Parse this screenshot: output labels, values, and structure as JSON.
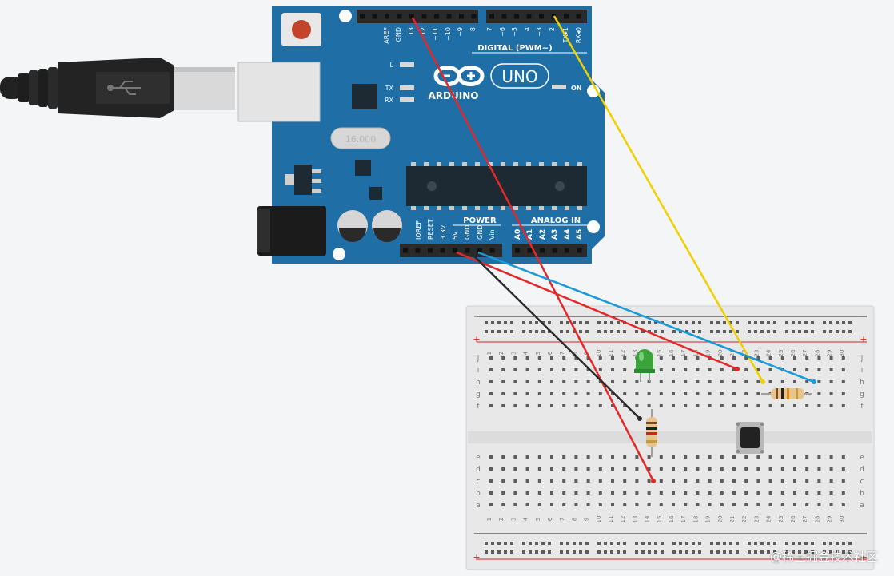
{
  "arduino": {
    "brand": "ARDUINO",
    "model": "UNO",
    "crystal": "16.000",
    "digital_label": "DIGITAL (PWM~)",
    "power_label": "POWER",
    "analog_label": "ANALOG IN",
    "on_label": "ON",
    "led_labels": [
      "L",
      "TX",
      "RX"
    ],
    "digital_pins": [
      "AREF",
      "GND",
      "13",
      "12",
      "~11",
      "~10",
      "~9",
      "8",
      "7",
      "~6",
      "~5",
      "4",
      "~3",
      "2",
      "TX▸1",
      "RX◂0"
    ],
    "power_pins": [
      "IOREF",
      "RESET",
      "3.3V",
      "5V",
      "GND",
      "GND",
      "Vin"
    ],
    "analog_pins": [
      "A0",
      "A1",
      "A2",
      "A3",
      "A4",
      "A5"
    ]
  },
  "breadboard": {
    "columns": [
      "1",
      "2",
      "3",
      "4",
      "5",
      "6",
      "7",
      "8",
      "9",
      "10",
      "11",
      "12",
      "13",
      "14",
      "15",
      "16",
      "17",
      "18",
      "19",
      "20",
      "21",
      "22",
      "23",
      "24",
      "25",
      "26",
      "27",
      "28",
      "29",
      "30"
    ],
    "upper_rows": [
      "j",
      "i",
      "h",
      "g",
      "f"
    ],
    "lower_rows": [
      "e",
      "d",
      "c",
      "b",
      "a"
    ],
    "rail_minus": "−",
    "rail_plus": "+"
  },
  "colors": {
    "arduino_board": "#1f6ea5",
    "wire_red": "#e3282a",
    "wire_black": "#2a2a2a",
    "wire_blue": "#1a9ad6",
    "wire_yellow": "#f0d000",
    "led_green": "#3aa33a"
  },
  "watermark": "@稀土掘金技术社区"
}
